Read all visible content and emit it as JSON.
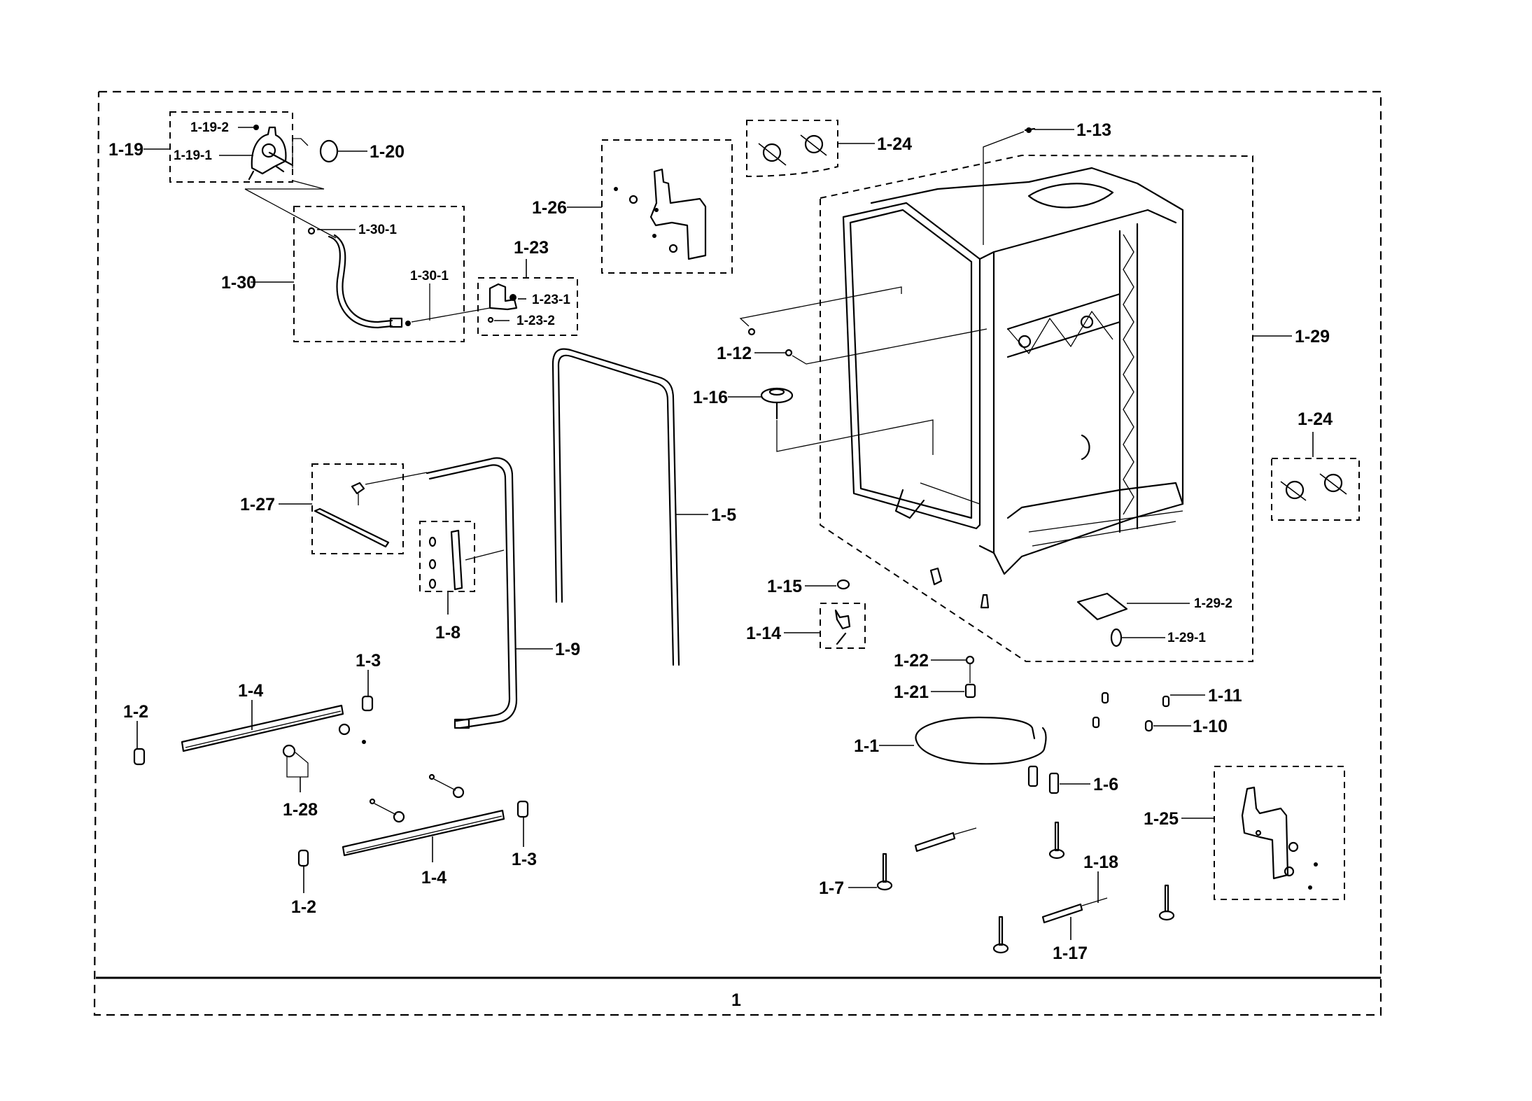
{
  "diagram": {
    "title_group_label": "1",
    "callouts": {
      "c1_19": "1-19",
      "c1_19_1": "1-19-1",
      "c1_19_2": "1-19-2",
      "c1_20": "1-20",
      "c1_30": "1-30",
      "c1_30_1_a": "1-30-1",
      "c1_30_1_b": "1-30-1",
      "c1_23": "1-23",
      "c1_23_1": "1-23-1",
      "c1_23_2": "1-23-2",
      "c1_26": "1-26",
      "c1_24_top": "1-24",
      "c1_24_right": "1-24",
      "c1_13": "1-13",
      "c1_29": "1-29",
      "c1_29_1": "1-29-1",
      "c1_29_2": "1-29-2",
      "c1_12": "1-12",
      "c1_16": "1-16",
      "c1_27": "1-27",
      "c1_5": "1-5",
      "c1_8": "1-8",
      "c1_9": "1-9",
      "c1_15": "1-15",
      "c1_14": "1-14",
      "c1_22": "1-22",
      "c1_21": "1-21",
      "c1_11": "1-11",
      "c1_10": "1-10",
      "c1_1": "1-1",
      "c1_6": "1-6",
      "c1_25": "1-25",
      "c1_3_top": "1-3",
      "c1_3_bottom": "1-3",
      "c1_4_top": "1-4",
      "c1_4_bottom": "1-4",
      "c1_2_top": "1-2",
      "c1_2_bottom": "1-2",
      "c1_28": "1-28",
      "c1_7": "1-7",
      "c1_17": "1-17",
      "c1_18": "1-18"
    }
  }
}
